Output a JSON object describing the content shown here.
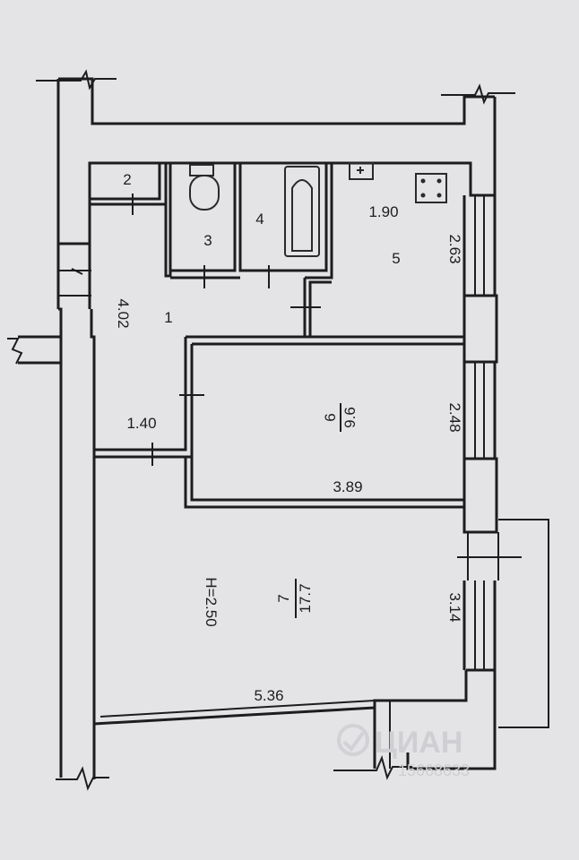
{
  "rooms": {
    "r1": {
      "number": "1"
    },
    "r2": {
      "number": "2"
    },
    "r3": {
      "number": "3"
    },
    "r4": {
      "number": "4"
    },
    "r5": {
      "number": "5"
    },
    "r6": {
      "number": "6",
      "area": "9.6"
    },
    "r7": {
      "number": "7",
      "area": "17.7"
    }
  },
  "dimensions": {
    "hall_length": "4.02",
    "hall_width": "1.40",
    "room5_width": "1.90",
    "room5_length": "2.63",
    "room6_width": "2.48",
    "room6_length": "3.89",
    "room7_width": "3.14",
    "room7_length": "5.36",
    "ceiling_height": "H=2.50"
  },
  "watermark": {
    "logo": "ЦИАН",
    "code": "15668633"
  }
}
